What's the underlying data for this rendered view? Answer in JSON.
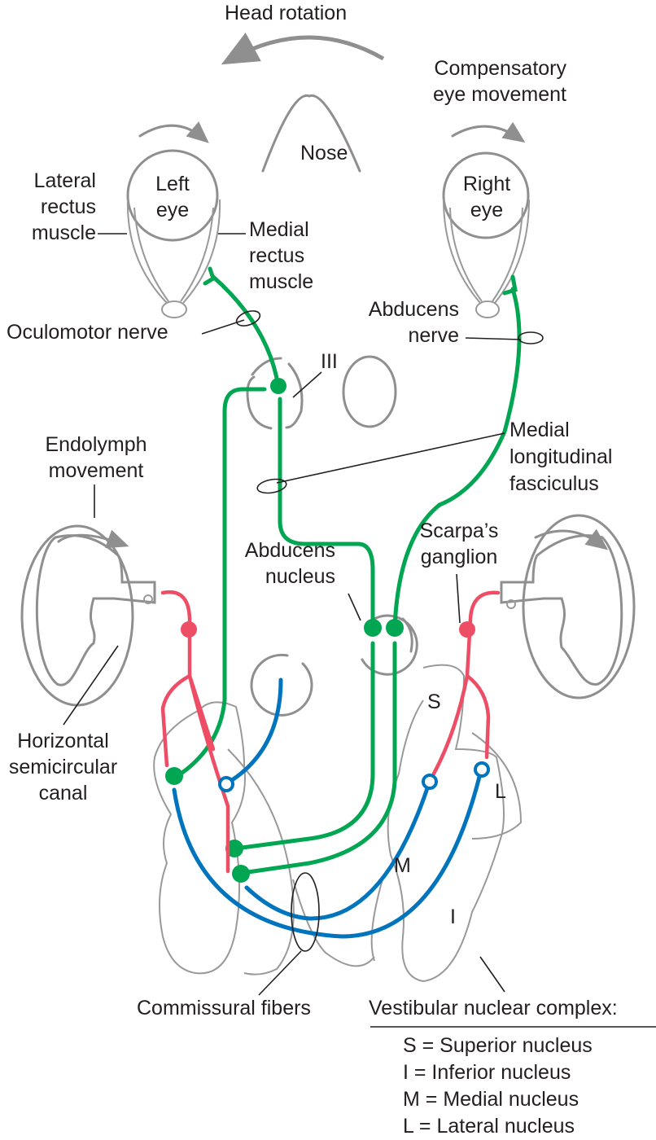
{
  "title_top": "Head rotation",
  "labels": {
    "compensatory": "Compensatory",
    "compensatory2": "eye movement",
    "nose": "Nose",
    "left_eye1": "Left",
    "left_eye2": "eye",
    "right_eye1": "Right",
    "right_eye2": "eye",
    "lateral1": "Lateral",
    "lateral2": "rectus",
    "lateral3": "muscle",
    "medial1": "Medial",
    "medial2": "rectus",
    "medial3": "muscle",
    "oculomotor": "Oculomotor nerve",
    "abducens_nerve1": "Abducens",
    "abducens_nerve2": "nerve",
    "iii": "III",
    "mlf1": "Medial",
    "mlf2": "longitudinal",
    "mlf3": "fasciculus",
    "endolymph1": "Endolymph",
    "endolymph2": "movement",
    "scarpa1": "Scarpa’s",
    "scarpa2": "ganglion",
    "abducens_nucleus1": "Abducens",
    "abducens_nucleus2": "nucleus",
    "horizontal1": "Horizontal",
    "horizontal2": "semicircular",
    "horizontal3": "canal",
    "s": "S",
    "l": "L",
    "m": "M",
    "i": "I",
    "commissural": "Commissural fibers"
  },
  "legend": {
    "title": "Vestibular nuclear complex:",
    "items": [
      "S = Superior nucleus",
      "I = Inferior nucleus",
      "M = Medial nucleus",
      "L = Lateral nucleus"
    ]
  },
  "colors": {
    "excitatory_motor": "#00a651",
    "vestibular_afferent": "#ee4d66",
    "inhibitory": "#0075be",
    "outline": "#8f8f8f"
  }
}
